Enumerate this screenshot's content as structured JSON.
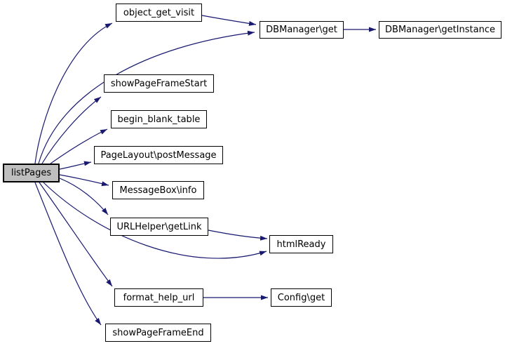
{
  "diagram": {
    "type": "call-graph",
    "root": "listPages",
    "colors": {
      "edge": "#191970",
      "node_fill": "#ffffff",
      "root_node_fill": "#bfbfbf",
      "node_border": "#000000",
      "background": "#ffffff"
    },
    "nodes": [
      {
        "id": "listPages",
        "label": "listPages",
        "highlighted": true
      },
      {
        "id": "object_get_visit",
        "label": "object_get_visit",
        "highlighted": false
      },
      {
        "id": "DBManager_get",
        "label": "DBManager\\get",
        "highlighted": false
      },
      {
        "id": "DBManager_getInstance",
        "label": "DBManager\\getInstance",
        "highlighted": false
      },
      {
        "id": "showPageFrameStart",
        "label": "showPageFrameStart",
        "highlighted": false
      },
      {
        "id": "begin_blank_table",
        "label": "begin_blank_table",
        "highlighted": false
      },
      {
        "id": "PageLayout_postMessage",
        "label": "PageLayout\\postMessage",
        "highlighted": false
      },
      {
        "id": "MessageBox_info",
        "label": "MessageBox\\info",
        "highlighted": false
      },
      {
        "id": "URLHelper_getLink",
        "label": "URLHelper\\getLink",
        "highlighted": false
      },
      {
        "id": "htmlReady",
        "label": "htmlReady",
        "highlighted": false
      },
      {
        "id": "format_help_url",
        "label": "format_help_url",
        "highlighted": false
      },
      {
        "id": "Config_get",
        "label": "Config\\get",
        "highlighted": false
      },
      {
        "id": "showPageFrameEnd",
        "label": "showPageFrameEnd",
        "highlighted": false
      }
    ],
    "edges": [
      {
        "from": "listPages",
        "to": "object_get_visit"
      },
      {
        "from": "listPages",
        "to": "DBManager_get"
      },
      {
        "from": "listPages",
        "to": "showPageFrameStart"
      },
      {
        "from": "listPages",
        "to": "begin_blank_table"
      },
      {
        "from": "listPages",
        "to": "PageLayout_postMessage"
      },
      {
        "from": "listPages",
        "to": "MessageBox_info"
      },
      {
        "from": "listPages",
        "to": "URLHelper_getLink"
      },
      {
        "from": "listPages",
        "to": "htmlReady"
      },
      {
        "from": "listPages",
        "to": "format_help_url"
      },
      {
        "from": "listPages",
        "to": "showPageFrameEnd"
      },
      {
        "from": "object_get_visit",
        "to": "DBManager_get"
      },
      {
        "from": "DBManager_get",
        "to": "DBManager_getInstance"
      },
      {
        "from": "URLHelper_getLink",
        "to": "htmlReady"
      },
      {
        "from": "format_help_url",
        "to": "Config_get"
      }
    ]
  }
}
